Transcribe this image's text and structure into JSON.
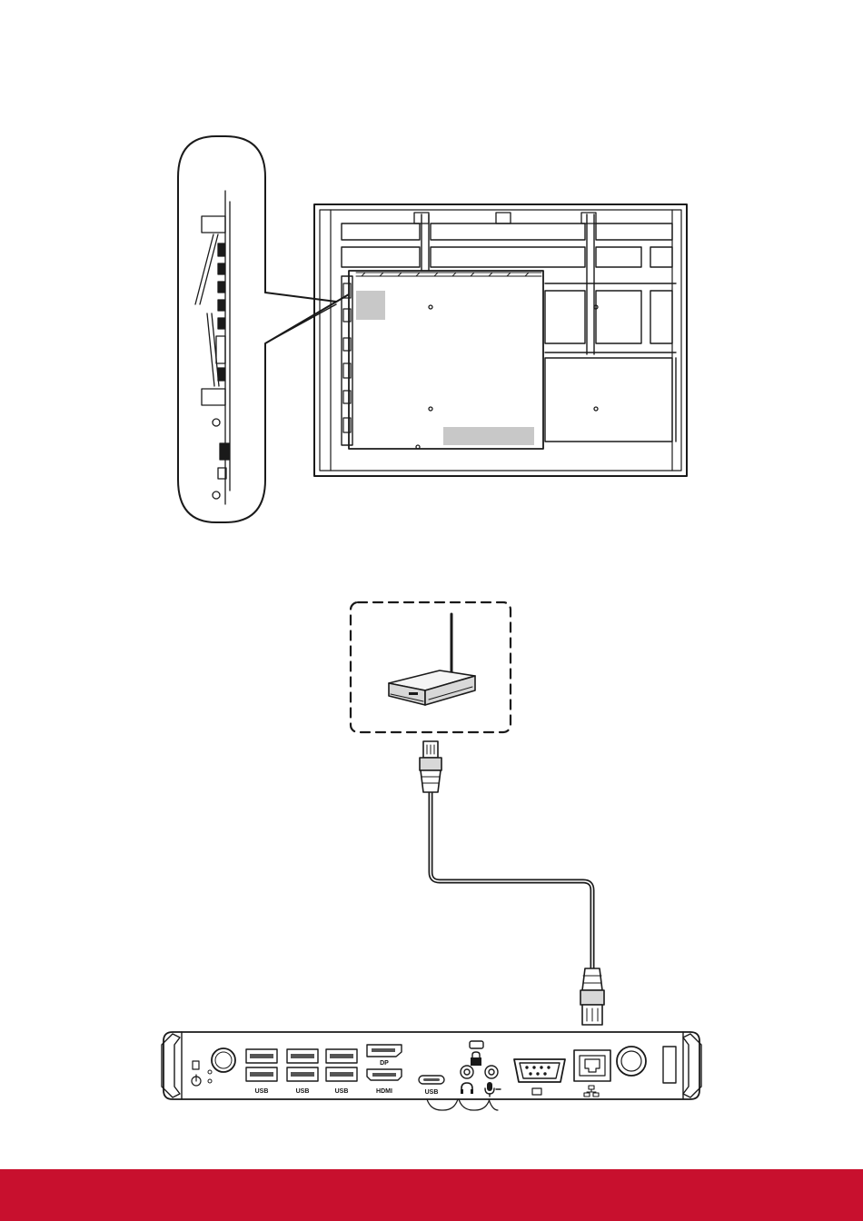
{
  "colors": {
    "line": "#1a1a1a",
    "fill_light": "#f4f4f4",
    "fill_mid": "#d8d8d8",
    "fill_dark": "#555555",
    "footer_band": "#c8102e"
  },
  "icons": {
    "router": "wireless-router-icon",
    "rj45": "rj45-connector-icon",
    "lan_port": "network-lan-icon",
    "lock": "lock-icon",
    "headphone": "headphone-icon",
    "microphone": "microphone-icon",
    "power": "power-icon",
    "display": "display-icon"
  },
  "ports": {
    "usb_1": "USB",
    "usb_2": "USB",
    "usb_3": "USB",
    "dp": "DP",
    "hdmi": "HDMI",
    "usb_c": "USB"
  }
}
